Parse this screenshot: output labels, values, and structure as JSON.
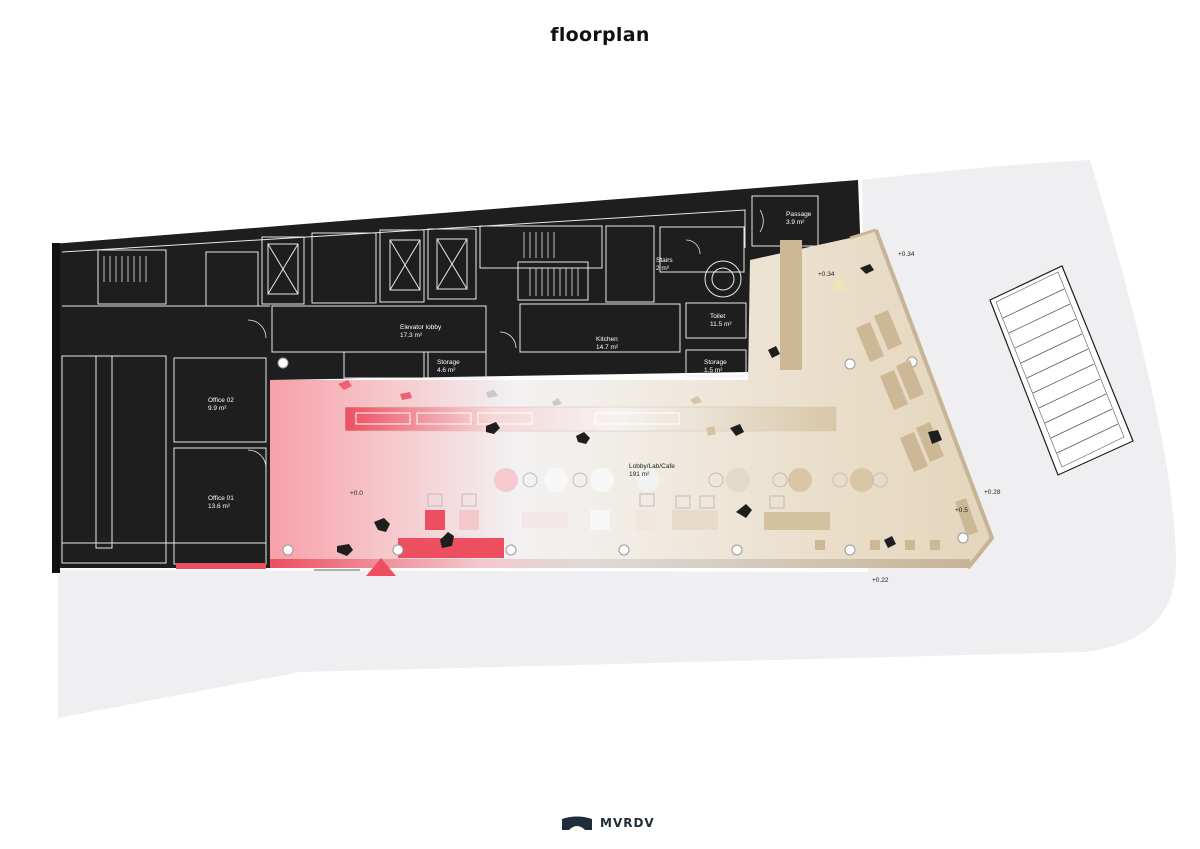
{
  "title": "floorplan",
  "brand": {
    "name": "MVRDV"
  },
  "rooms": {
    "passage": {
      "name": "Passage",
      "area": "3.9 m²"
    },
    "stairs": {
      "name": "Stairs",
      "area": "2 m²"
    },
    "toilet": {
      "name": "Toilet",
      "area": "11.5 m²"
    },
    "elevator_lobby": {
      "name": "Elevator lobby",
      "area": "17.3 m²"
    },
    "kitchen": {
      "name": "Kitchen",
      "area": "14.7 m²"
    },
    "storage_1": {
      "name": "Storage",
      "area": "4.6 m²"
    },
    "storage_2": {
      "name": "Storage",
      "area": "1.5 m²"
    },
    "office_02": {
      "name": "Office 02",
      "area": "9.9 m²"
    },
    "office_01": {
      "name": "Office 01",
      "area": "13.6 m²"
    },
    "lobby": {
      "name": "Lobby/Lab/Cafe",
      "area": "191 m²"
    }
  },
  "levels": {
    "l1": "+0.34",
    "l2": "+0.34",
    "l3": "+0.0",
    "l4": "+0.28",
    "l5": "+0.5",
    "l6": "+0.22"
  },
  "colors": {
    "wall": "#1e1e1e",
    "ground": "#efeff1",
    "accent_red": "#f04e5e",
    "beige": "#e6d9c3",
    "wood": "#c9b596"
  }
}
